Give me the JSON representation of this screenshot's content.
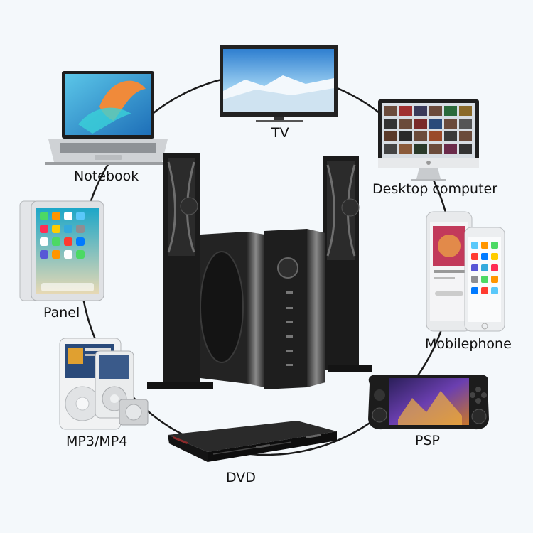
{
  "devices": [
    {
      "id": "tv",
      "label": "TV"
    },
    {
      "id": "notebook",
      "label": "Notebook"
    },
    {
      "id": "desktop",
      "label": "Desktop computer"
    },
    {
      "id": "panel",
      "label": "Panel"
    },
    {
      "id": "mobilephone",
      "label": "Mobilephone"
    },
    {
      "id": "mp3",
      "label": "MP3/MP4"
    },
    {
      "id": "psp",
      "label": "PSP"
    },
    {
      "id": "dvd",
      "label": "DVD"
    }
  ],
  "colors": {
    "background": "#f4f8fb",
    "ring": "#1a1a1a",
    "speaker": "#1b1b1b",
    "speaker_highlight": "#6e6e6e",
    "screen_blue": "#3a8fd6"
  },
  "icons": [
    "tv-icon",
    "laptop-icon",
    "desktop-monitor-icon",
    "tablet-icon",
    "smartphone-icon",
    "mp3-player-icon",
    "handheld-console-icon",
    "dvd-player-icon",
    "home-theater-speaker-icon"
  ]
}
